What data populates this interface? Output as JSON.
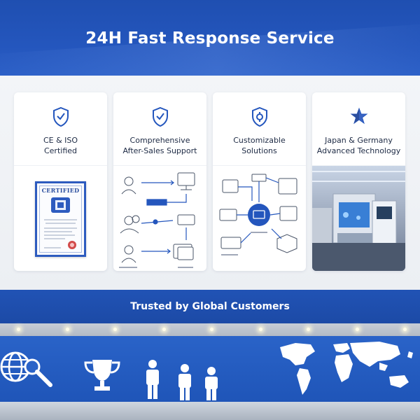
{
  "header": {
    "title": "24H Fast Response Service"
  },
  "cards": [
    {
      "title_line1": "CE & ISO",
      "title_line2": "Certified",
      "icon": "shield-check-icon"
    },
    {
      "title_line1": "Comprehensive",
      "title_line2": "After-Sales Support",
      "icon": "shield-check-icon"
    },
    {
      "title_line1": "Customizable",
      "title_line2": "Solutions",
      "icon": "shield-gear-icon"
    },
    {
      "title_line1": "Japan & Germany",
      "title_line2": "Advanced Technology",
      "icon": "star-icon"
    }
  ],
  "certificate": {
    "heading": "CERTIFIED"
  },
  "trust": {
    "title": "Trusted by Global Customers"
  },
  "colors": {
    "brand_blue": "#2456bd",
    "text_dark": "#1d2a44",
    "white": "#ffffff"
  },
  "bottom_icons": [
    "globe-search-icon",
    "trophy-icon",
    "people-icon",
    "world-map-icon"
  ]
}
